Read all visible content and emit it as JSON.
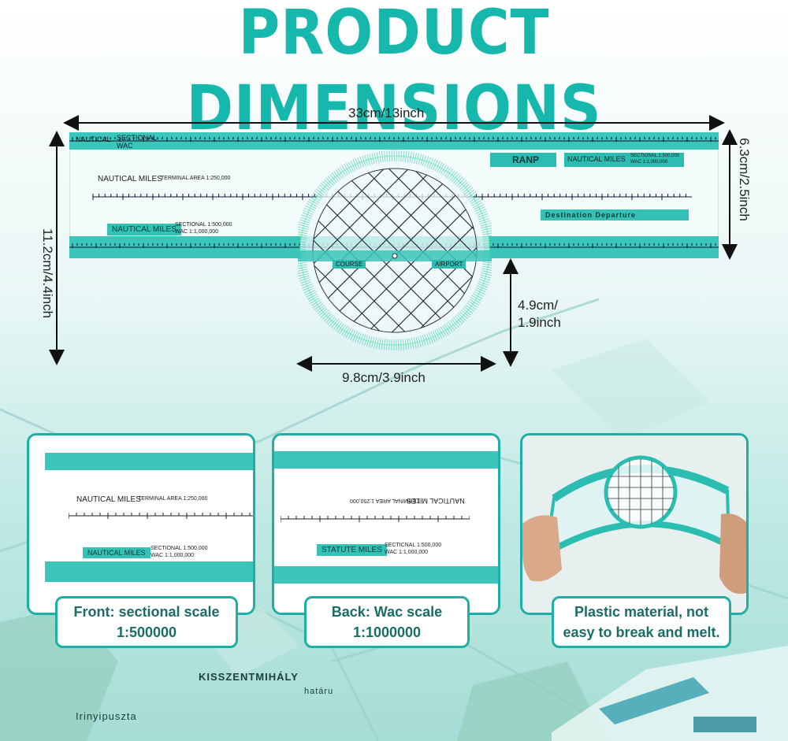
{
  "title": "PRODUCT DIMENSIONS",
  "dimensions": {
    "length": "33cm/13inch",
    "height_total": "11.2cm/4.4inch",
    "ruler_width": "6.3cm/2.5inch",
    "protractor_drop_line1": "4.9cm/",
    "protractor_drop_line2": "1.9inch",
    "protractor_diameter": "9.8cm/3.9inch"
  },
  "ruler": {
    "brand": "RANP",
    "nautical_miles": "NAUTICAL MILES",
    "terminal_area": "TERMINAL AREA 1:250,000",
    "sectional": "SECTIONAL 1:500,000",
    "wac": "WAC 1:1,000,000",
    "destination_departure": "Destination  Departure",
    "nautical": "NAUTICAL",
    "sectional_short": "SECTIONAL",
    "wac_short": "WAC",
    "course": "COURSE",
    "airport": "AIRPORT"
  },
  "panels": [
    {
      "caption_line1": "Front: sectional scale",
      "caption_line2": "1:500000",
      "nautical_miles": "NAUTICAL MILES",
      "terminal_area": "TERMINAL AREA 1:250,000",
      "sectional": "SECTIONAL 1:500,000",
      "wac": "WAC 1:1,000,000"
    },
    {
      "caption_line1": "Back: Wac scale",
      "caption_line2": "1:1000000",
      "nautical_miles": "NAUTICAL MILES",
      "terminal_area": "TERMINAL AREA 1:250,000",
      "statute_miles": "STATUTE MILES",
      "sectional": "SECTICNAL 1:500,000",
      "wac": "WAC 1:1,000,000"
    },
    {
      "caption_line1": "Plastic material, not",
      "caption_line2": "easy to break and melt."
    }
  ],
  "map_labels": {
    "place1": "KISSZENTMIHÁLY",
    "place2": "Irinyipuszta",
    "place3": "határu"
  },
  "colors": {
    "accent": "#16b8ad",
    "teal_plastic": "#3cc5bb",
    "caption_text": "#1a6c67"
  }
}
